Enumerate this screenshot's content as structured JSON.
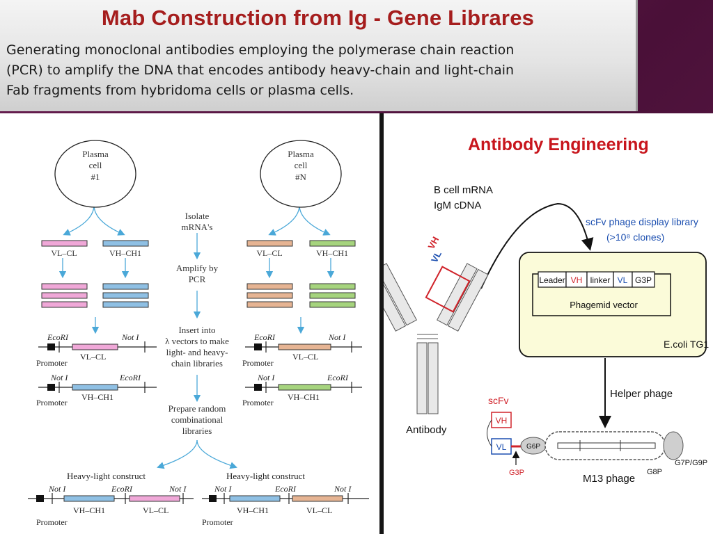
{
  "slide": {
    "title": "Mab Construction from Ig - Gene Librares",
    "subtitle_lines": [
      "Generating monoclonal antibodies employing the polymerase chain reaction",
      "(PCR) to amplify the DNA that encodes antibody heavy-chain and light-chain",
      "Fab fragments from hybridoma cells or plasma cells."
    ]
  },
  "left_diagram": {
    "cell1": [
      "Plasma",
      "cell",
      "#1"
    ],
    "cellN": [
      "Plasma",
      "cell",
      "#N"
    ],
    "steps": {
      "isolate": [
        "Isolate",
        "mRNA's"
      ],
      "amplify": [
        "Amplify by",
        "PCR"
      ],
      "insert": [
        "Insert into",
        "λ vectors to make",
        "light- and heavy-",
        "chain libraries"
      ],
      "prepare": [
        "Prepare random",
        "combinational",
        "libraries"
      ]
    },
    "light_label": "VL–CL",
    "heavy_label": "VH–CH1",
    "ecori": "EcoRI",
    "noti": "Not I",
    "promoter": "Promoter",
    "construct_label": "Heavy-light construct",
    "colors": {
      "light": "#f0a8d8",
      "heavy": "#8fc0e4",
      "light2": "#e6b493",
      "heavy2": "#a6d47e"
    }
  },
  "right_diagram": {
    "title": "Antibody Engineering",
    "bcell_lines": [
      "B cell mRNA",
      "IgM cDNA"
    ],
    "library_lines": [
      "scFv phage display library",
      "(>10⁸ clones)"
    ],
    "phagemid_segments": [
      "Leader",
      "VH",
      "linker",
      "VL",
      "G3P"
    ],
    "phagemid_vector": "Phagemid vector",
    "ecoli": "E.coli TG1",
    "helper_phage": "Helper phage",
    "antibody": "Antibody",
    "vh": "VH",
    "vl": "VL",
    "scfv": "scFv",
    "g6p": "G6P",
    "g3p": "G3P",
    "g7p_g9p": "G7P/G9P",
    "g8p": "G8P",
    "m13": "M13 phage",
    "colors": {
      "title": "#c8161d",
      "blue": "#1c4fb0",
      "red": "#d0232a"
    }
  }
}
